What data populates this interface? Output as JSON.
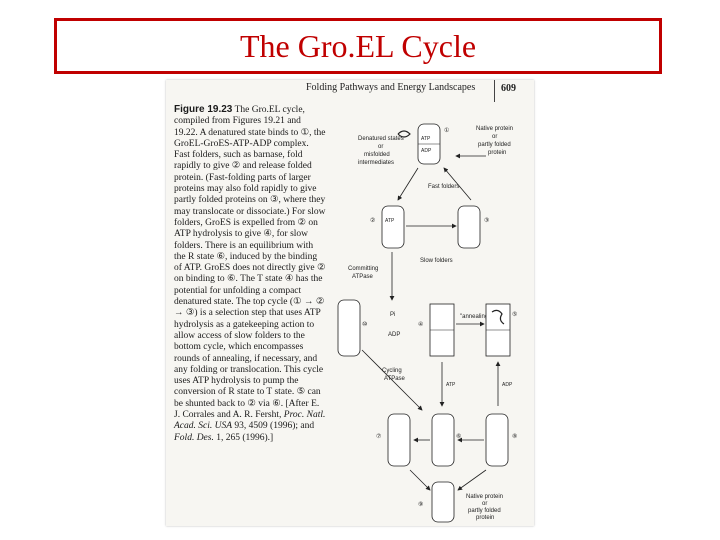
{
  "slide": {
    "title": "The Gro.EL Cycle"
  },
  "page": {
    "header": "Folding Pathways and Energy Landscapes",
    "page_number": "609",
    "caption": {
      "figure_label": "Figure 19.23",
      "text": "The Gro.EL cycle, compiled from Figures 19.21 and 19.22. A denatured state binds to ①, the GroEL-GroES-ATP-ADP complex. Fast folders, such as barnase, fold rapidly to give ② and release folded protein. (Fast-folding parts of larger proteins may also fold rapidly to give partly folded proteins on ③, where they may translocate or dissociate.) For slow folders, GroES is expelled from ② on ATP hydrolysis to give ④, for slow folders. There is an equilibrium with the R state ⑥, induced by the binding of ATP. GroES does not directly give ② on binding to ⑥. The T state ④ has the potential for unfolding a compact denatured state. The top cycle (① → ② → ③) is a selection step that uses ATP hydrolysis as a gatekeeping action to allow access of slow folders to the bottom cycle, which encompasses rounds of annealing, if necessary, and any folding or translocation. This cycle uses ATP hydrolysis to pump the conversion of R state to T state. ⑤ can be shunted back to ② via ⑥.",
      "citation_prefix": "[After E. J. Corrales and A. R. Fersht, ",
      "citation_journal_1": "Proc. Natl. Acad. Sci. USA",
      "citation_mid": " 93, 4509 (1996); and ",
      "citation_journal_2": "Fold. Des.",
      "citation_end": " 1, 265 (1996).]"
    },
    "diagram": {
      "denatured": "Denatured states",
      "or1": "or",
      "misfolded": "misfolded",
      "intermediates": "intermediates",
      "native": "Native protein",
      "or2": "or",
      "partly_folded": "partly folded",
      "protein": "protein",
      "fast_folders": "Fast folders",
      "slow_folders": "Slow folders",
      "committing": "Committing",
      "atpase": "ATPase",
      "pi": "Pi",
      "adp": "ADP",
      "annealing": "\"annealing\"",
      "cycling": "Cycling",
      "atpase2": "ATPase",
      "atp_a": "ATP",
      "atp_b": "ATP",
      "atp_c": "ATP",
      "adp_c": "ADP",
      "native_b": "Native protein",
      "or3": "or",
      "partly_folded_b": "partly folded",
      "protein_b": "protein",
      "s1": "①",
      "s2": "②",
      "s3": "③",
      "s4": "④",
      "s5": "⑤",
      "s6": "⑥",
      "s7": "⑦",
      "s8": "⑧",
      "s9": "⑨",
      "s10": "⑩"
    }
  }
}
